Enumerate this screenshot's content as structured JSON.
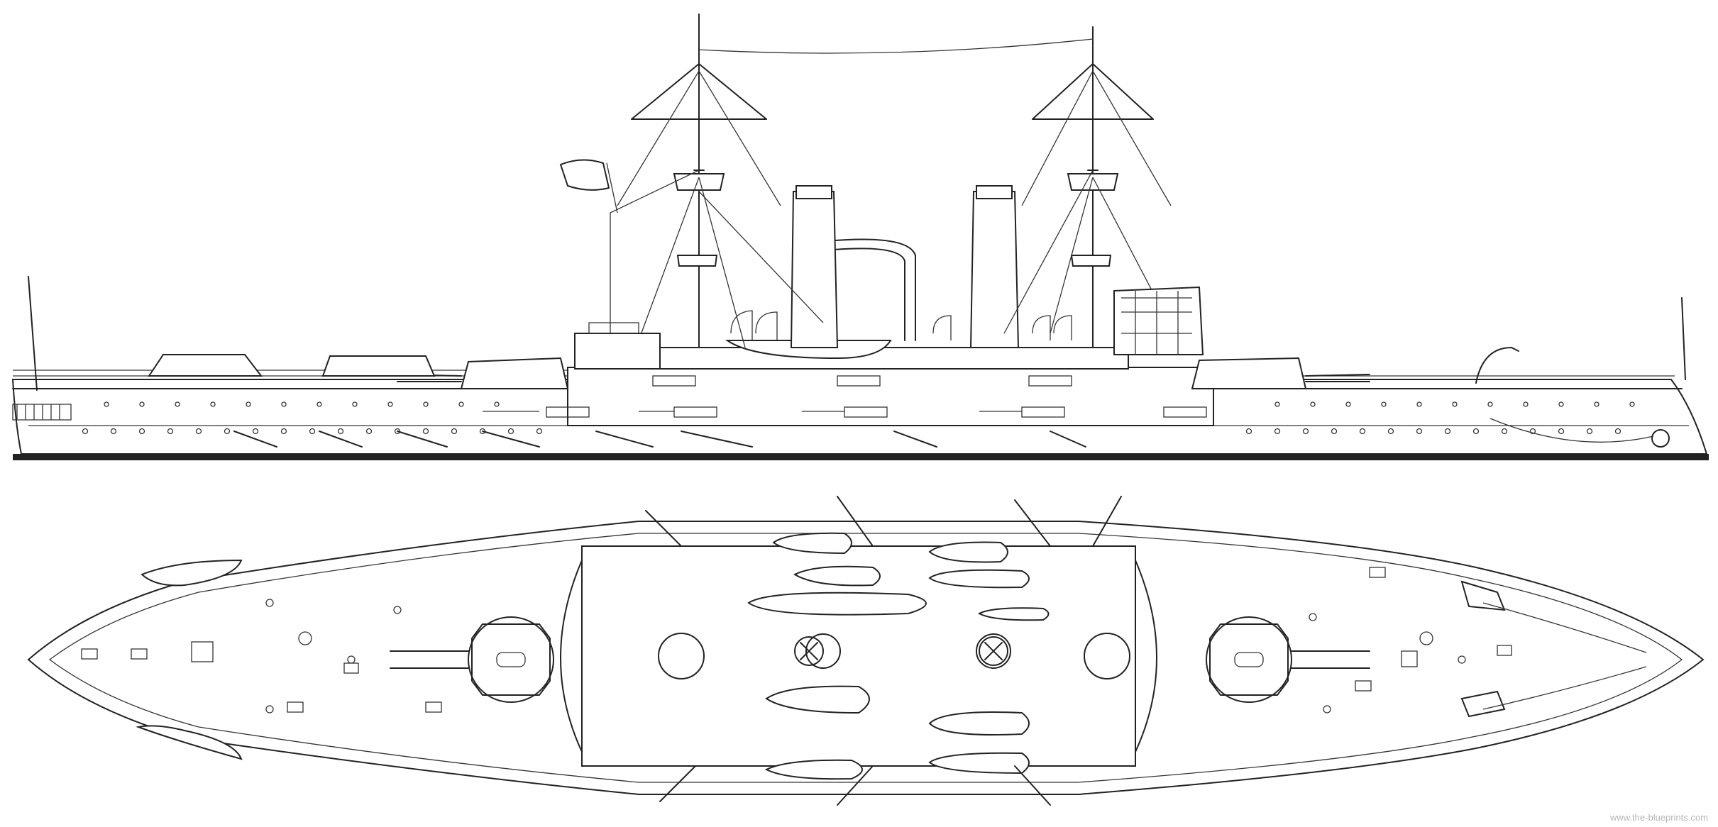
{
  "diagram": {
    "background_color": "#ffffff",
    "line_color": "#222222",
    "views": [
      "side-elevation",
      "top-plan"
    ]
  },
  "watermark": {
    "text": "www.the-blueprints.com"
  }
}
